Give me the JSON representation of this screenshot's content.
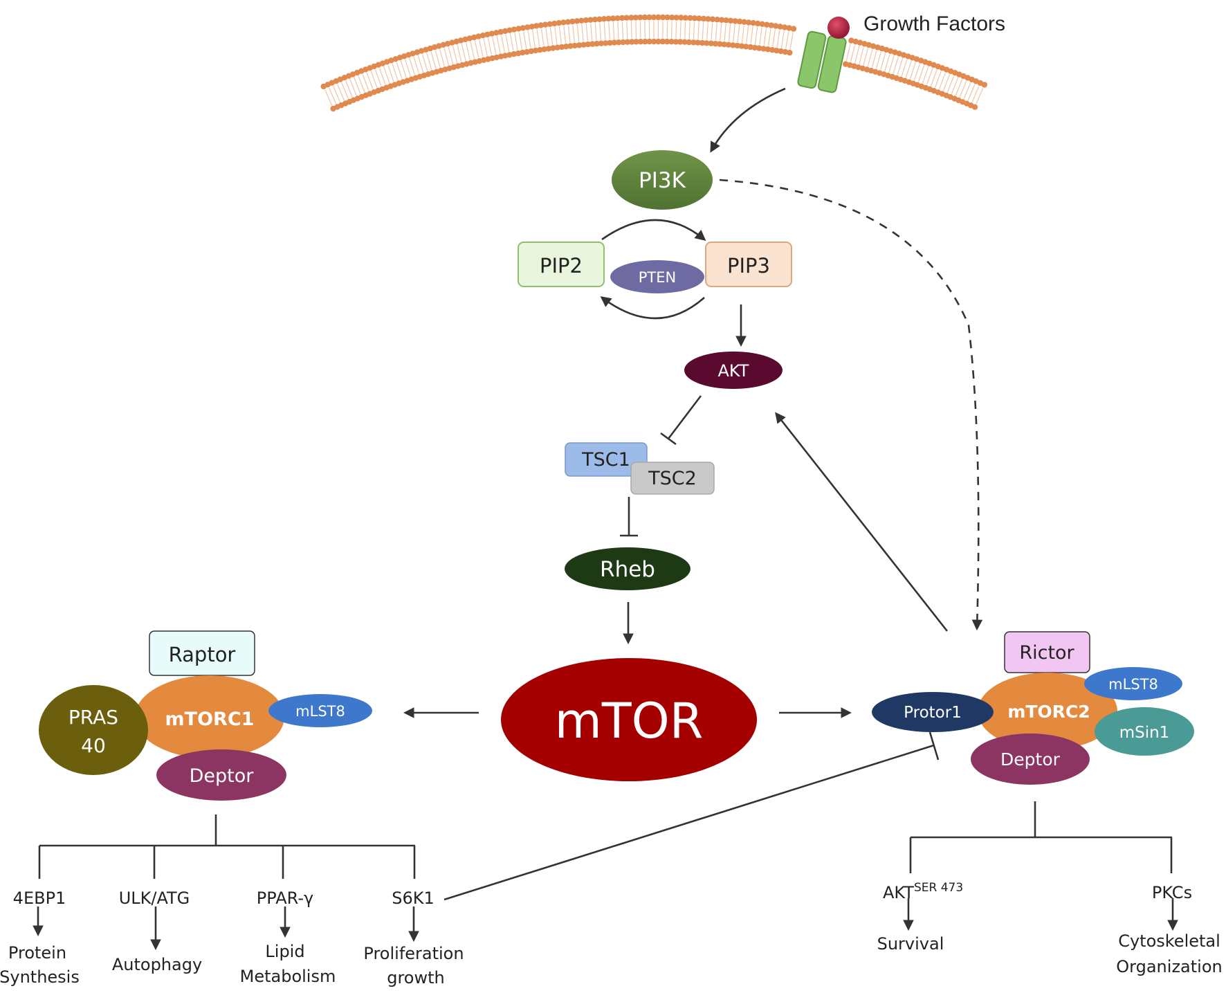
{
  "colors": {
    "membrane": "#e08a50",
    "receptor": "#8cc66a",
    "ligand": "#b0203e",
    "pi3k": "#5a7f3a",
    "pip2_fill": "#e9f5dc",
    "pip2_stroke": "#8fbf6a",
    "pip3_fill": "#fbe3d1",
    "pip3_stroke": "#e0a67a",
    "pten": "#6e6ba3",
    "akt": "#5a0a2e",
    "tsc1": "#9dbbe8",
    "tsc2": "#c9c9c9",
    "rheb": "#1d3a14",
    "mtor": "#a40000",
    "raptor_fill": "#e7fbfb",
    "rictor_fill": "#f2c6f2",
    "mtorc": "#e38a3e",
    "mlst8": "#3d78cc",
    "pras40": "#6b5e0d",
    "deptor": "#8c3462",
    "protor1": "#203864",
    "msin1": "#4a9a96",
    "arrow": "#333333"
  },
  "membrane": {
    "ligand_label": "Growth Factors"
  },
  "nodes": {
    "pi3k": "PI3K",
    "pip2": "PIP2",
    "pip3": "PIP3",
    "pten": "PTEN",
    "akt": "AKT",
    "tsc1": "TSC1",
    "tsc2": "TSC2",
    "rheb": "Rheb",
    "mtor": "mTOR"
  },
  "mtorc1": {
    "core": "mTORC1",
    "raptor": "Raptor",
    "pras40_line1": "PRAS",
    "pras40_line2": "40",
    "mlst8": "mLST8",
    "deptor": "Deptor",
    "targets": [
      {
        "name": "4EBP1",
        "outcome": [
          "Protein",
          "Synthesis"
        ]
      },
      {
        "name": "ULK/ATG",
        "outcome": [
          "Autophagy"
        ]
      },
      {
        "name": "PPAR-γ",
        "outcome": [
          "Lipid",
          "Metabolism"
        ]
      },
      {
        "name": "S6K1",
        "outcome": [
          "Proliferation",
          "growth"
        ]
      }
    ]
  },
  "mtorc2": {
    "core": "mTORC2",
    "rictor": "Rictor",
    "protor1": "Protor1",
    "mlst8": "mLST8",
    "msin1": "mSin1",
    "deptor": "Deptor",
    "targets": [
      {
        "name": "AKT",
        "superscript": "SER 473",
        "outcome": [
          "Survival"
        ]
      },
      {
        "name": "PKCs",
        "outcome": [
          "Cytoskeletal",
          "Organization"
        ]
      }
    ]
  }
}
